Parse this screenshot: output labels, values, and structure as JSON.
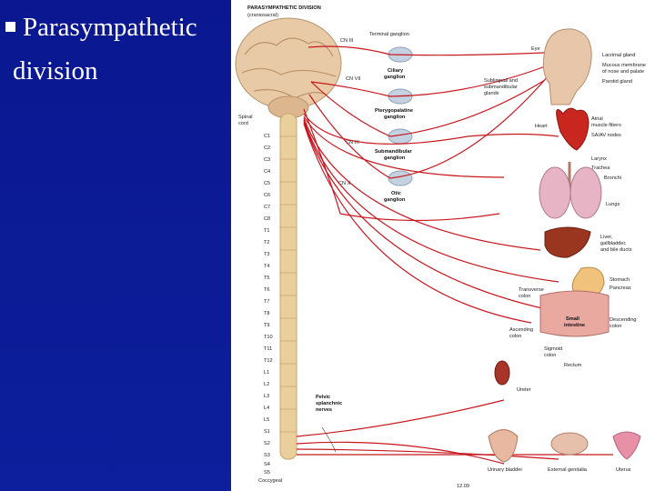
{
  "slide": {
    "title_line1": "Parasympathetic",
    "title_line2": "division"
  },
  "figure": {
    "header_line1": "PARASYMPATHETIC DIVISION",
    "header_line2": "(craniosacral)",
    "cranial_nerves": [
      "CN III",
      "CN VII",
      "CN IX",
      "CN X"
    ],
    "ganglia": {
      "terminal": "Terminal ganglion",
      "ciliary": [
        "Ciliary",
        "ganglion"
      ],
      "pterygopalatine": [
        "Pterygopalatine",
        "ganglion"
      ],
      "submandibular": [
        "Submandibular",
        "ganglion"
      ],
      "otic": [
        "Otic",
        "ganglion"
      ]
    },
    "spinal_cord": [
      "Spinal",
      "cord"
    ],
    "segments": [
      "C1",
      "C2",
      "C3",
      "C4",
      "C5",
      "C6",
      "C7",
      "C8",
      "T1",
      "T2",
      "T3",
      "T4",
      "T5",
      "T6",
      "T7",
      "T8",
      "T9",
      "T10",
      "T11",
      "T12",
      "L1",
      "L2",
      "L3",
      "L4",
      "L5",
      "S1",
      "S2",
      "S3",
      "S4",
      "S5",
      "Coccygeal"
    ],
    "pelvic_nerves": [
      "Pelvic",
      "splanchnic",
      "nerves"
    ],
    "organs": {
      "eye": "Eye",
      "lacrimal": "Lacrimal gland",
      "mucous": [
        "Mucous membrane",
        "of nose and palate"
      ],
      "parotid": "Parotid gland",
      "sublingual": [
        "Sublingual and",
        "submandibular",
        "glands"
      ],
      "heart": "Heart",
      "atrial": [
        "Atrial",
        "muscle fibers"
      ],
      "nodes": "SA/AV nodes",
      "larynx": "Larynx",
      "trachea": "Trachea",
      "bronchi": "Bronchi",
      "lungs": "Lungs",
      "liver": [
        "Liver,",
        "gallbladder,",
        "and bile ducts"
      ],
      "stomach": "Stomach",
      "pancreas": "Pancreas",
      "transverse": [
        "Transverse",
        "colon"
      ],
      "small_int": [
        "Small",
        "intestine"
      ],
      "descending": [
        "Descending",
        "colon"
      ],
      "ascending": [
        "Ascending",
        "colon"
      ],
      "sigmoid": [
        "Sigmoid",
        "colon"
      ],
      "rectum": "Rectum",
      "ureter": "Ureter",
      "bladder": "Urinary bladder",
      "genitalia": "External genitalia",
      "uterus": "Uterus"
    },
    "figure_number": "12.09"
  }
}
